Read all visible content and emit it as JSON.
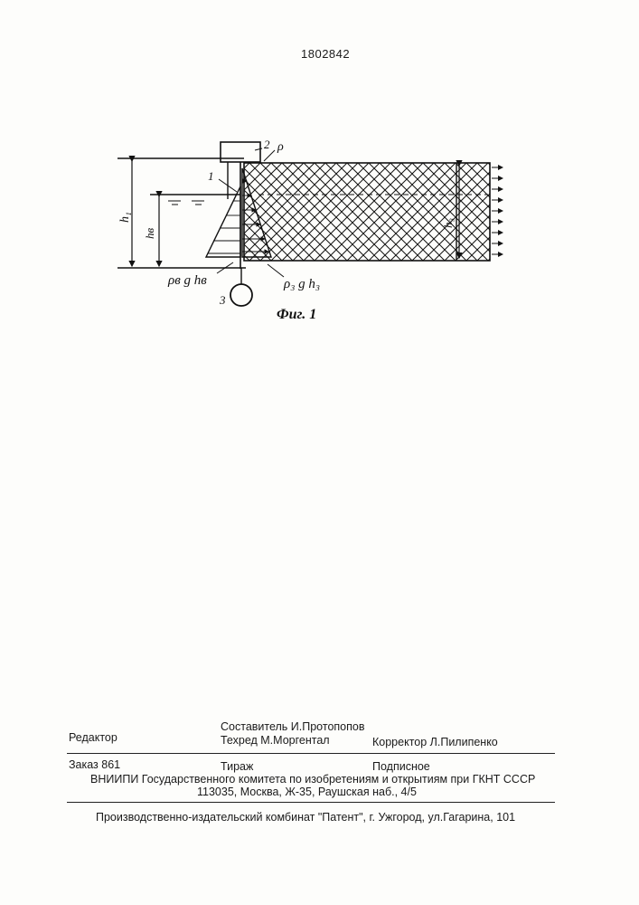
{
  "document": {
    "patent_number": "1802842"
  },
  "figure": {
    "caption": "Фиг. 1",
    "labels": {
      "l1": "1",
      "l2": "2",
      "l3": "3",
      "rho": "ρ",
      "h1": "h₁",
      "h_b": "hв",
      "h3": "h₃",
      "rho_b_g_h_b": "ρв g hв",
      "rho3_g_h3": "ρ₃ g h₃"
    }
  },
  "imprint": {
    "editor_label": "Редактор",
    "compiler": "Составитель  И.Протопопов",
    "techred": "Техред М.Моргентал",
    "corrector": "Корректор  Л.Пилипенко",
    "order": "Заказ  861",
    "print_run": "Тираж",
    "subscription": "Подписное",
    "org_line": "ВНИИПИ Государственного комитета по изобретениям и открытиям при ГКНТ СССР",
    "address_line": "113035, Москва, Ж-35, Раушская наб., 4/5",
    "publisher_line": "Производственно-издательский комбинат \"Патент\", г. Ужгород, ул.Гагарина, 101"
  }
}
